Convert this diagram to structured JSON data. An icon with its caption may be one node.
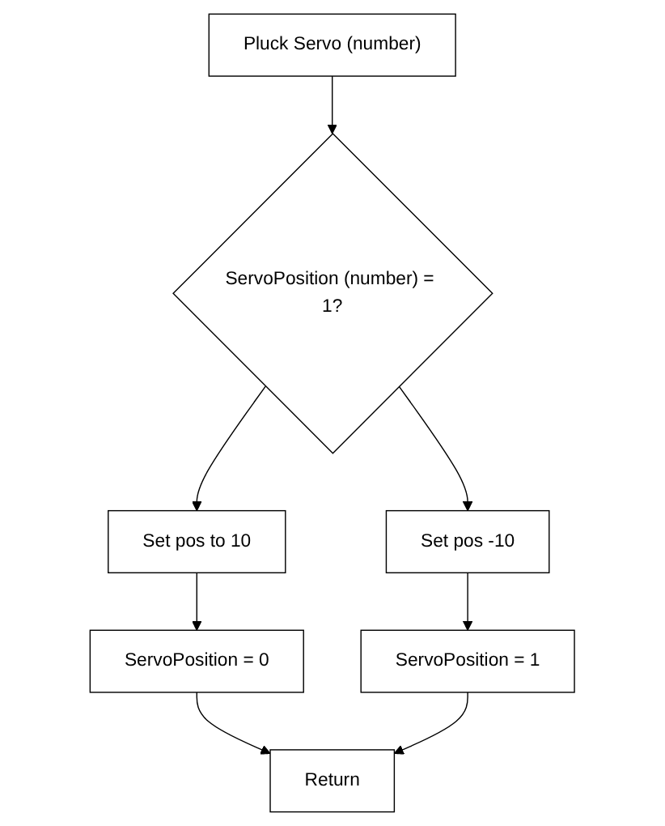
{
  "diagram": {
    "nodes": [
      {
        "text": [
          "Pluck Servo (number)"
        ]
      },
      {
        "text": [
          "ServoPosition (number) = 1?"
        ]
      },
      {
        "text": [
          "Set pos -10"
        ]
      },
      {
        "text": [
          "Set pos to 10"
        ]
      },
      {
        "text": [
          "ServoPosition = 0"
        ]
      },
      {
        "text": [
          "ServoPosition = 1"
        ]
      },
      {
        "text": [
          "Return"
        ]
      }
    ],
    "edges": [
      {
        "from": 0,
        "to": 1,
        "arrow": "to"
      },
      {
        "from": 1,
        "to": 2,
        "arrow": "to"
      },
      {
        "from": 1,
        "to": 3,
        "arrow": "to"
      },
      {
        "from": 3,
        "to": 4,
        "arrow": "to"
      },
      {
        "from": 2,
        "to": 5,
        "arrow": "to"
      },
      {
        "from": 4,
        "to": 6,
        "arrow": "to"
      },
      {
        "from": 5,
        "to": 6,
        "arrow": "to"
      }
    ]
  }
}
